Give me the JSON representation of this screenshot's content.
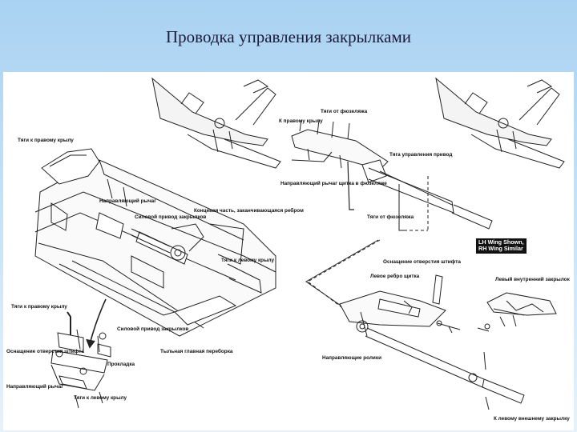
{
  "slide": {
    "title": "Проводка управления закрылками"
  },
  "callout": {
    "line1": "LH Wing Shown,",
    "line2": "RH Wing Similar"
  },
  "labels": {
    "rods_right_wing_tl": "Тяги  к правому крылу",
    "guide_lever_top": "Направляющий рычаг",
    "actuator_top": "Силовой привод закрылков",
    "end_part": "Концевая часть, заканчивающаяся ребром",
    "rods_left_wing_mid": "Тяги к левому крылу",
    "rods_right_wing_bl": "Тяги  к правому крылу",
    "actuator_bottom": "Силовой привод закрылков",
    "pin_hole_left": "Оснащение отверстия штифта",
    "gasket": "Прокладка",
    "rear_spar": "Тыльная главная переборка",
    "guide_lever_bottom": "Направляющий рычаг",
    "rods_left_wing_bottom": "Тяги к левому крылу",
    "rods_from_fuselage_top": "Тяги от фюзеляжа",
    "to_right_wing": "К правому крылу",
    "drive_control_rods": "Тяга управления привод",
    "fuselage_guide_lever": "Направляющий рычаг щитка в фюзеляже",
    "rods_from_fuselage_mid": "Тяги  от фюзеляжа",
    "pin_hole_right": "Оснащение отверстия штифта",
    "left_flap_rib": "Левое ребро щитка",
    "left_inner_flap": "Левый внутренний закрылок",
    "guide_rollers": "Направляющие ролики",
    "to_left_outer_flap": "К левому внешнему закрылку"
  }
}
